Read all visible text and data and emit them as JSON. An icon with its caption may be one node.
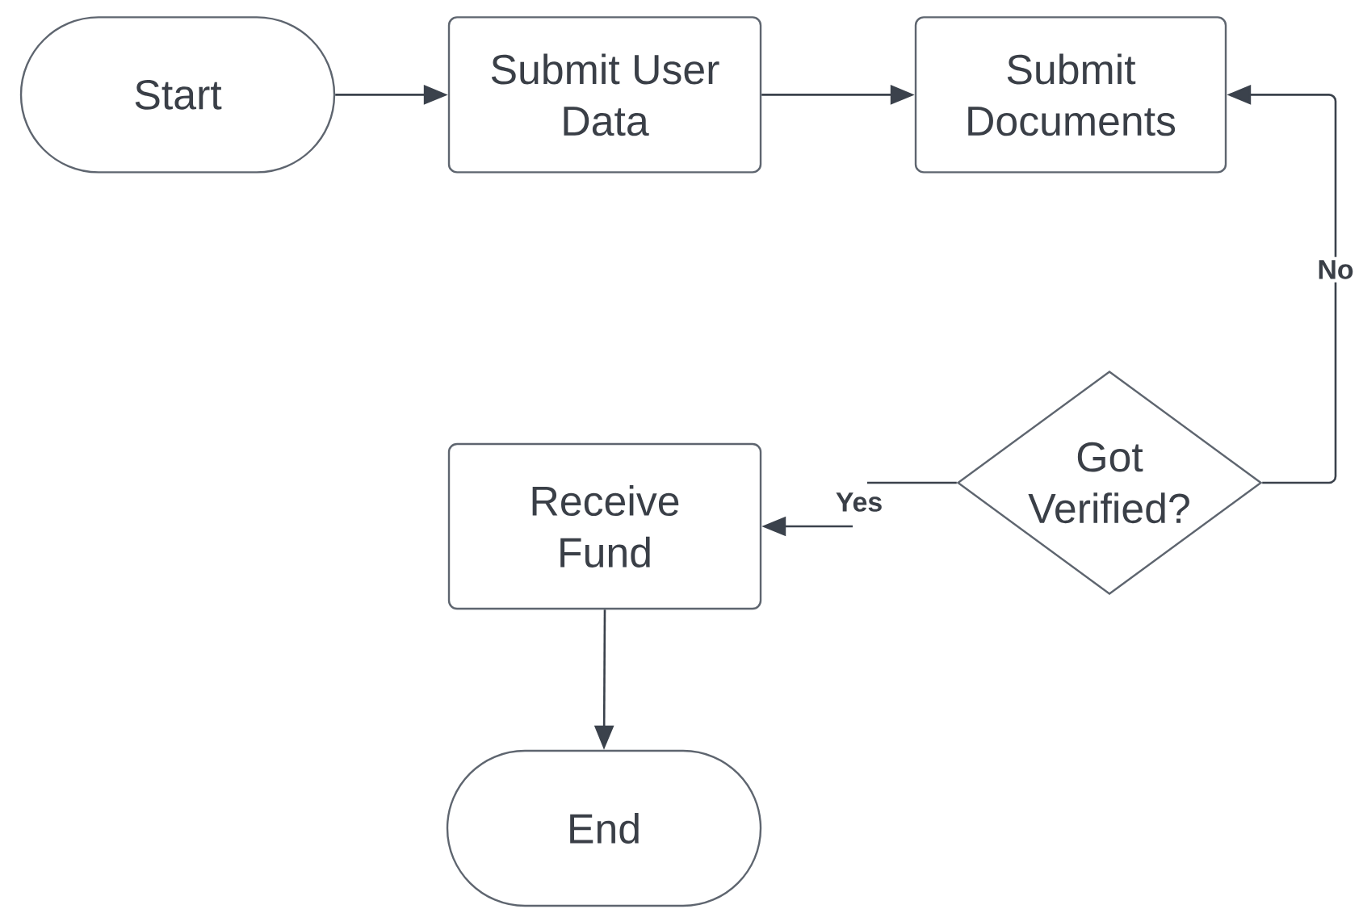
{
  "diagram": {
    "nodes": [
      {
        "text": [
          "Start"
        ]
      },
      {
        "text": [
          "Submit User Data"
        ]
      },
      {
        "text": [
          "Submit Documents"
        ]
      },
      {
        "text": [
          "Got Verified?"
        ]
      },
      {
        "text": [
          "Receive Fund"
        ]
      },
      {
        "text": [
          "End"
        ]
      }
    ],
    "edges": [
      {
        "from": 0,
        "to": 1,
        "arrow": "to"
      },
      {
        "from": 1,
        "to": 2,
        "arrow": "to"
      },
      {
        "from": 3,
        "to": 2,
        "arrow": "to",
        "label": "No"
      },
      {
        "from": 3,
        "to": 4,
        "arrow": "to",
        "label": "Yes"
      },
      {
        "from": 4,
        "to": 5,
        "arrow": "to"
      }
    ]
  }
}
